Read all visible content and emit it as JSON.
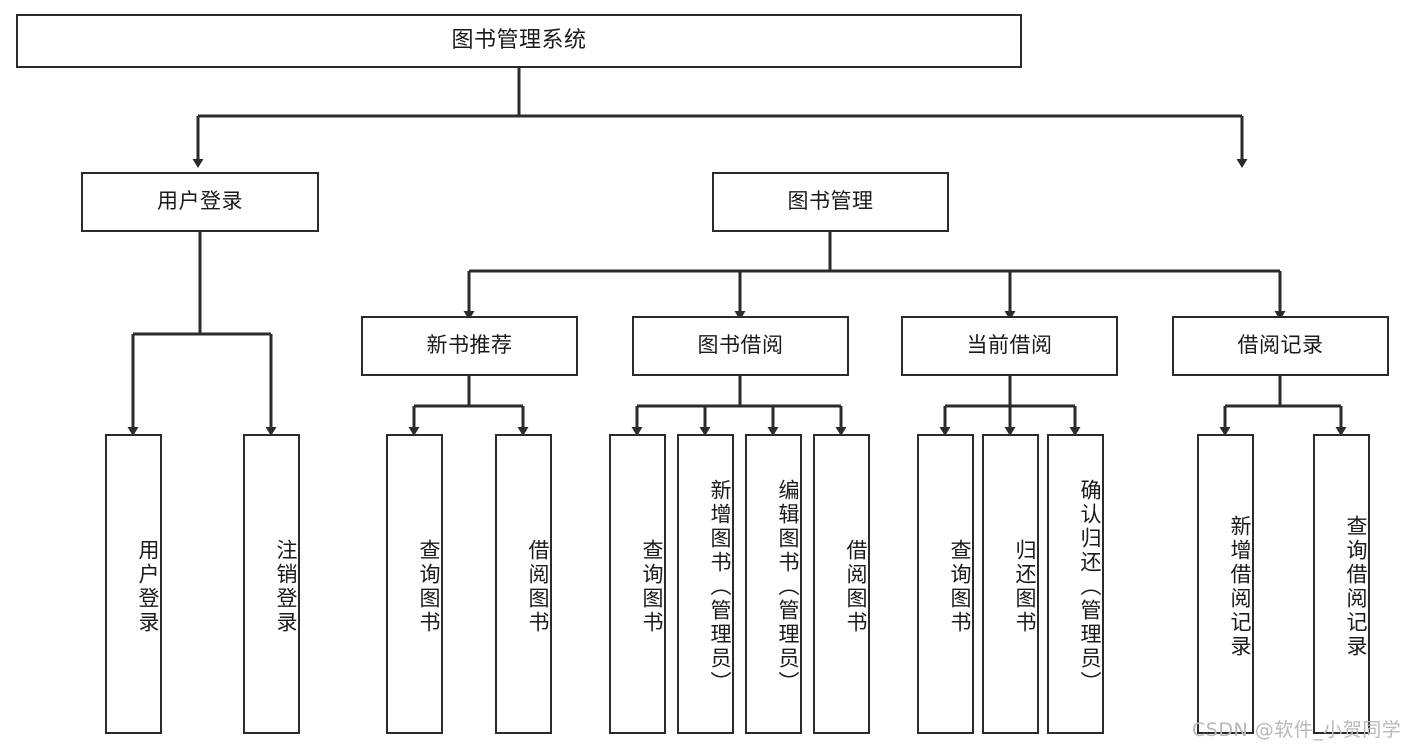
{
  "diagram": {
    "title": "图书管理系统",
    "type": "tree-hierarchy",
    "watermark": "CSDN @软件_小贺同学",
    "colors": {
      "background": "#ffffff",
      "box_border": "#2b2b2b",
      "box_fill": "#ffffff",
      "connector": "#2b2b2b",
      "text": "#1a1a1a",
      "watermark": "#b8b8b8"
    },
    "root": {
      "label": "图书管理系统"
    },
    "level1": [
      {
        "label": "用户登录"
      },
      {
        "label": "图书管理"
      }
    ],
    "level2": [
      {
        "label": "新书推荐"
      },
      {
        "label": "图书借阅"
      },
      {
        "label": "当前借阅"
      },
      {
        "label": "借阅记录"
      }
    ],
    "leaves": {
      "user_login": [
        {
          "label": "用户登录"
        },
        {
          "label": "注销登录"
        }
      ],
      "new_book_recommend": [
        {
          "label": "查询图书"
        },
        {
          "label": "借阅图书"
        }
      ],
      "book_borrow": [
        {
          "label": "查询图书"
        },
        {
          "label": "新增图书（管理员）"
        },
        {
          "label": "编辑图书（管理员）"
        },
        {
          "label": "借阅图书"
        }
      ],
      "current_borrow": [
        {
          "label": "查询图书"
        },
        {
          "label": "归还图书"
        },
        {
          "label": "确认归还（管理员）"
        }
      ],
      "borrow_record": [
        {
          "label": "新增借阅记录"
        },
        {
          "label": "查询借阅记录"
        }
      ]
    }
  }
}
